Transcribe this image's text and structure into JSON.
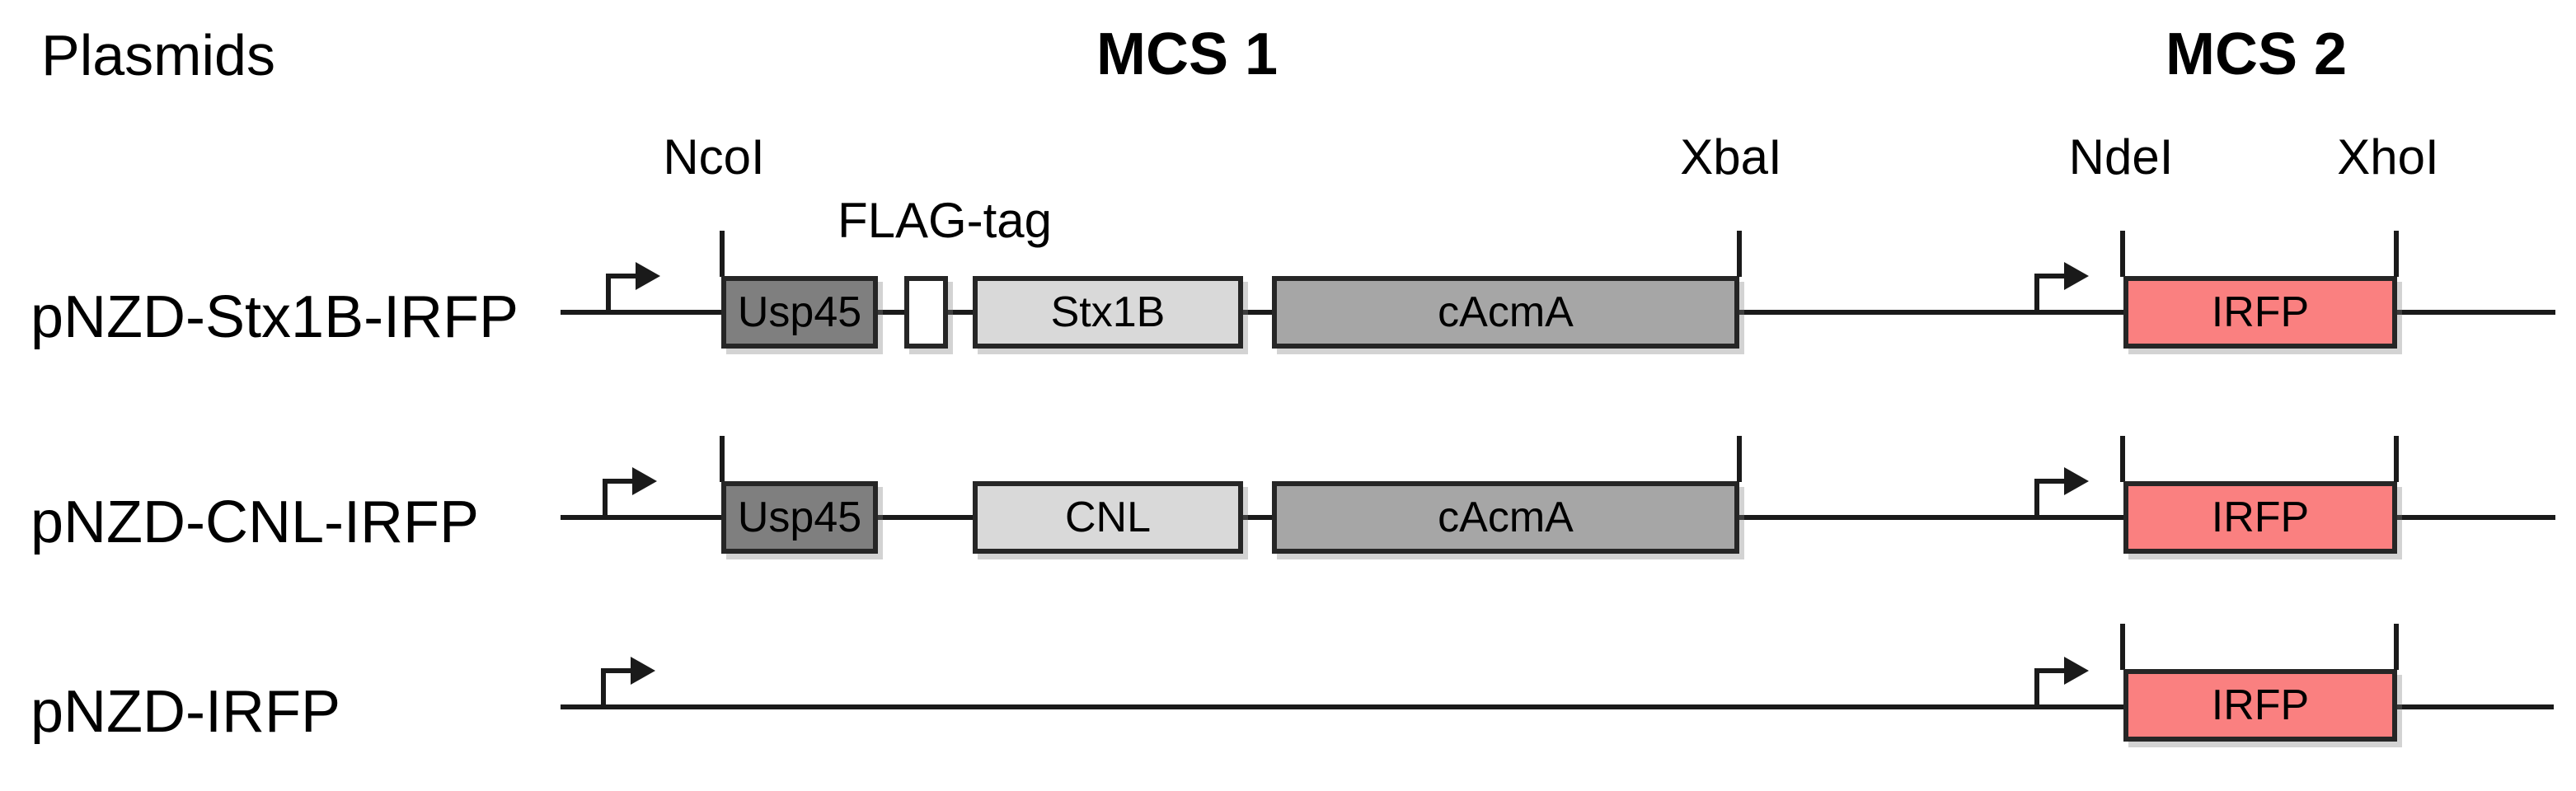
{
  "headers": {
    "plasmids": "Plasmids",
    "mcs1": "MCS 1",
    "mcs2": "MCS 2"
  },
  "restriction_sites": [
    {
      "label": "NcoI",
      "region": "MCS 1",
      "position": "left"
    },
    {
      "label": "XbaI",
      "region": "MCS 1",
      "position": "right"
    },
    {
      "label": "NdeI",
      "region": "MCS 2",
      "position": "left"
    },
    {
      "label": "XhoI",
      "region": "MCS 2",
      "position": "right"
    }
  ],
  "flag_tag": {
    "label": "FLAG-tag"
  },
  "icons": {
    "promoter": "promoter-bent-arrow-icon",
    "restriction_site": "tick-mark"
  },
  "colors": {
    "line": "#1a1a1a",
    "box-border": "#262626",
    "usp45-fill": "#7f7f7f",
    "insert-fill": "#d9d9d9",
    "cacma-fill": "#a6a6a6",
    "irfp-fill": "#fa8080",
    "flag-fill": "#ffffff"
  },
  "plasmids": [
    {
      "name": "pNZD-Stx1B-IRFP",
      "has_flag_tag": true,
      "genes": {
        "signal_peptide": "Usp45",
        "insert": "Stx1B",
        "anchor": "cAcmA",
        "reporter": "IRFP"
      }
    },
    {
      "name": "pNZD-CNL-IRFP",
      "has_flag_tag": false,
      "genes": {
        "signal_peptide": "Usp45",
        "insert": "CNL",
        "anchor": "cAcmA",
        "reporter": "IRFP"
      }
    },
    {
      "name": "pNZD-IRFP",
      "has_flag_tag": false,
      "genes": {
        "reporter": "IRFP"
      }
    }
  ]
}
